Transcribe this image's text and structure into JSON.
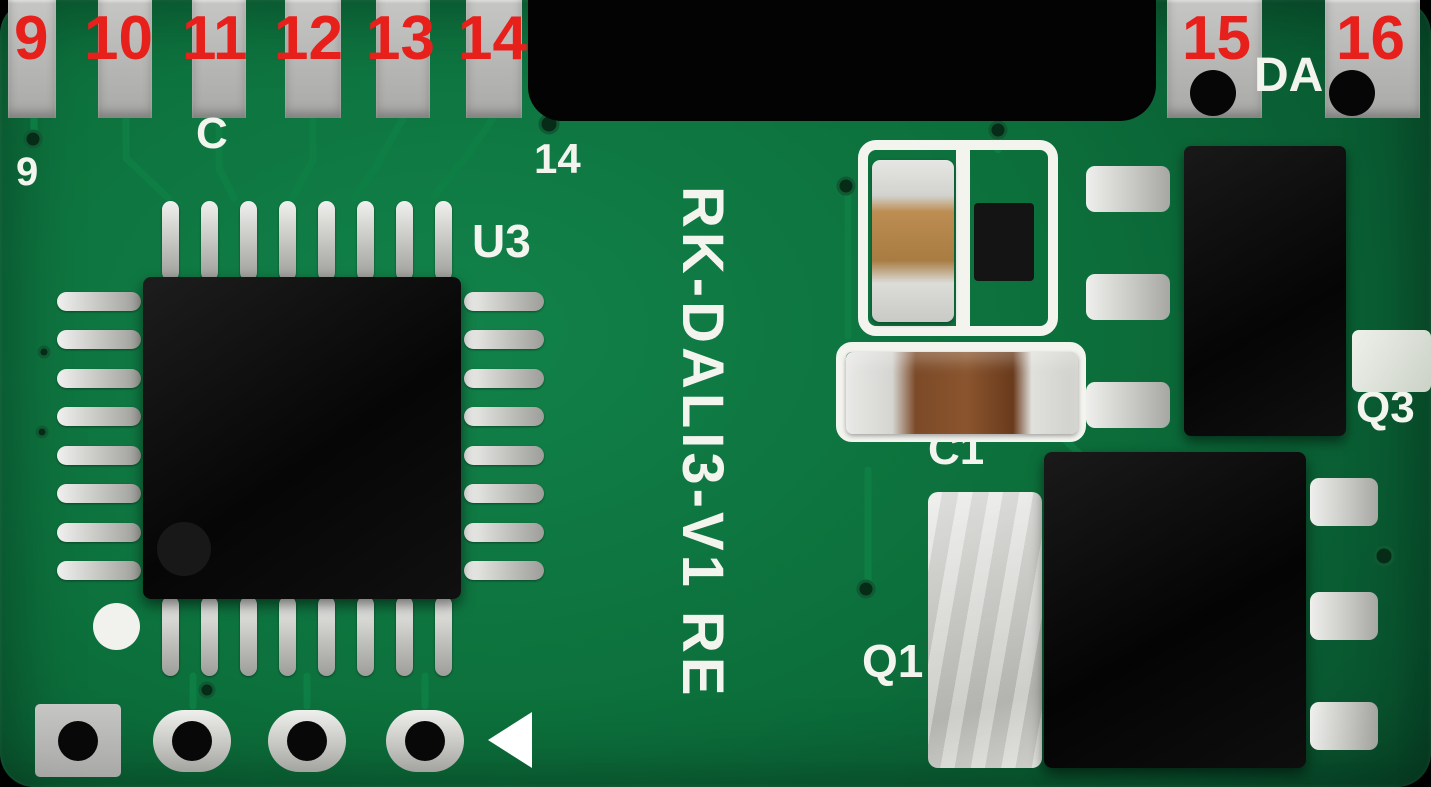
{
  "pcb": {
    "pad_numbers_left": [
      "9",
      "10",
      "11",
      "12",
      "13",
      "14"
    ],
    "pad_numbers_right": [
      "15",
      "16"
    ],
    "silkscreen": {
      "c_mark": "C",
      "pin9_mark": "9",
      "pin14_mark": "14",
      "ic_ref": "U3",
      "board_name": "RK-DALI3-V1 RE",
      "cap_ref": "C1",
      "transistor1_ref": "Q1",
      "transistor3_ref": "Q3",
      "da_mark": "DA"
    },
    "components": {
      "ic": {
        "ref": "U3",
        "pins_per_side": 8
      },
      "capacitor_c1": {
        "ref": "C1"
      },
      "transistor_q1": {
        "ref": "Q1"
      },
      "transistor_q3": {
        "ref": "Q3"
      }
    }
  },
  "colors": {
    "pcb-green": "#0c6f3b",
    "pcb-green-dark": "#07492a",
    "pcb-green-light": "#12824a",
    "pad-gray": "#b4b4b2",
    "annotation-red": "#e8201c",
    "silk-white": "#f4f4ef",
    "component-black": "#0d0d0d",
    "metal-silver": "#d9d9d6",
    "cap-tan": "#bd8d52",
    "cap-brown": "#7c4a28",
    "trace-green": "#0e8045"
  }
}
